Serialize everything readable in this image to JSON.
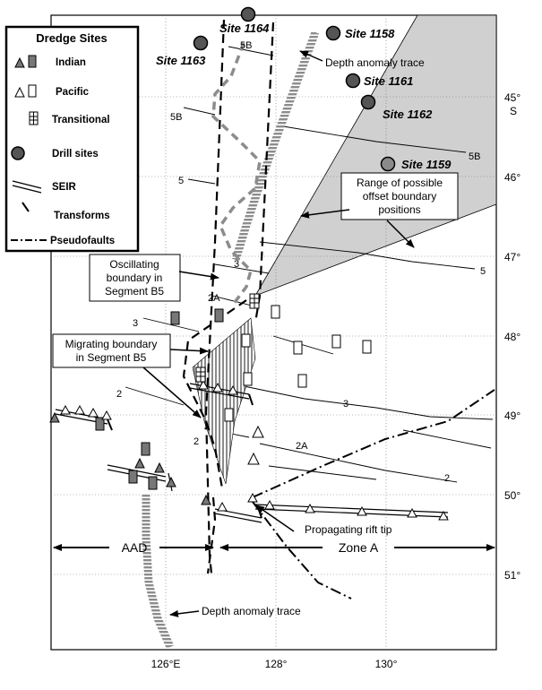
{
  "legend": {
    "title": "Dredge Sites",
    "items": [
      "Indian",
      "Pacific",
      "Transitional",
      "Drill sites",
      "SEIR",
      "Transforms",
      "Pseudofaults"
    ]
  },
  "sites": [
    {
      "label": "Site 1164",
      "grey": false
    },
    {
      "label": "Site 1158",
      "grey": false
    },
    {
      "label": "Site 1163",
      "grey": false
    },
    {
      "label": "Site 1161",
      "grey": false
    },
    {
      "label": "Site 1162",
      "grey": false
    },
    {
      "label": "Site 1159",
      "grey": true
    }
  ],
  "annotations": {
    "depth_anomaly_top": "Depth anomaly trace",
    "depth_anomaly_bottom": "Depth anomaly trace",
    "range_box": [
      "Range of possible",
      "offset boundary",
      "positions"
    ],
    "oscillating_box": [
      "Oscillating",
      "boundary in",
      "Segment B5"
    ],
    "migrating_box": [
      "Migrating boundary",
      "in Segment B5"
    ],
    "propagating": "Propagating rift tip",
    "zone_left": "AAD",
    "zone_right": "Zone A"
  },
  "isochrons": [
    "5B",
    "5B",
    "5B",
    "5",
    "5",
    "3",
    "3",
    "3",
    "2A",
    "2A",
    "2",
    "2",
    "2"
  ],
  "axes": {
    "lon_ticks": [
      "126°E",
      "128°",
      "130°"
    ],
    "lat_ticks": [
      "45°",
      "46°",
      "47°",
      "48°",
      "49°",
      "50°",
      "51°"
    ],
    "lat_unit": "S"
  },
  "colors": {
    "indian_fill": "#777777",
    "shade": "#d0d0d0",
    "drill_fill": "#555555",
    "drill_grey": "#8a8a8a",
    "dash_grey": "#8c8c8c"
  }
}
